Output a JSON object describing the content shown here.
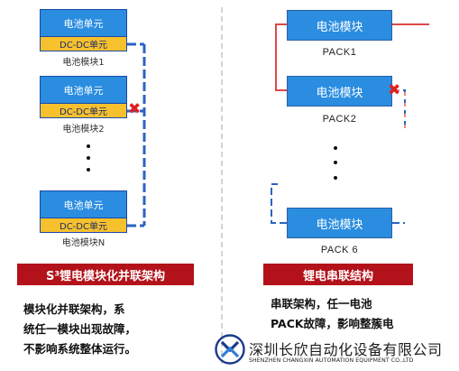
{
  "parallel": {
    "cell_label": "电池单元",
    "dcdc_label": "DC-DC单元",
    "modules": [
      "电池模块1",
      "电池模块2",
      "电池模块N"
    ],
    "fault_mark": "✖",
    "banner": "S³锂电模块化并联架构",
    "description": [
      "模块化并联架构，系",
      "统任一模块出现故障，",
      "不影响系统整体运行。"
    ]
  },
  "series": {
    "box_label": "电池模块",
    "packs": [
      "PACK1",
      "PACK2",
      "PACK 6"
    ],
    "fault_mark": "✖",
    "banner": "锂电串联结构",
    "description": [
      "串联架构，任一电池",
      "PACK故障，影响整簇电"
    ]
  },
  "company": {
    "name_cn": "深圳长欣自动化设备有限公司",
    "name_en": "SHENZHEN CHANGXIN AUTOMATION EQUIPMENT CO.,LTD"
  },
  "colors": {
    "module_blue": "#2a8de0",
    "dcdc_yellow": "#f6c12c",
    "banner_red": "#b3121a",
    "link_blue": "#2b63c4",
    "link_red": "#e04848",
    "fault_red": "#e02020"
  }
}
